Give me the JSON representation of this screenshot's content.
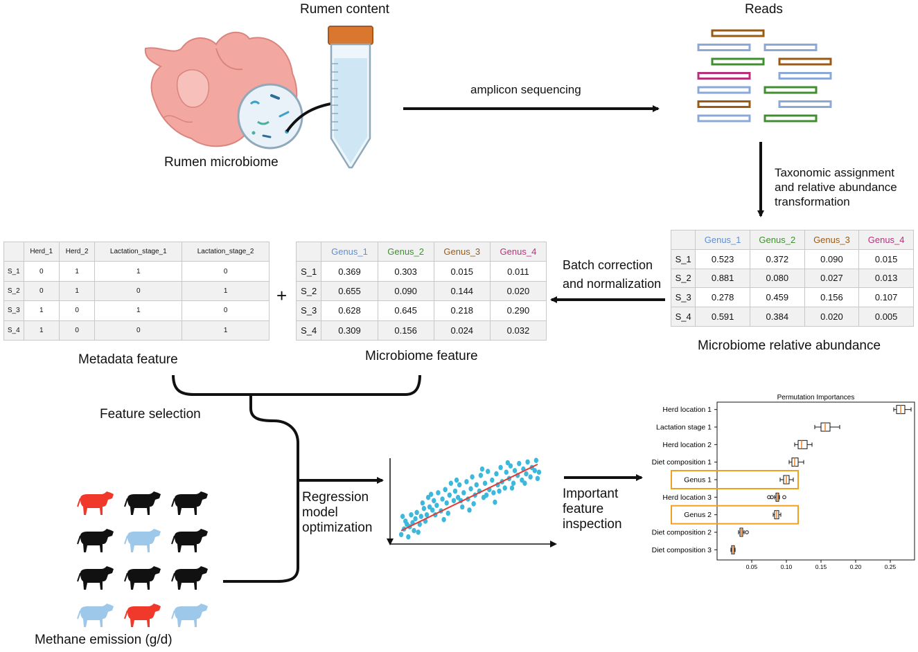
{
  "labels": {
    "rumen_content": "Rumen content",
    "rumen_microbiome": "Rumen microbiome",
    "amplicon_sequencing": "amplicon sequencing",
    "reads": "Reads",
    "taxonomic_l1": "Taxonomic assignment",
    "taxonomic_l2": "and relative abundance",
    "taxonomic_l3": "transformation",
    "batch_l1": "Batch correction",
    "batch_l2": "and normalization",
    "microbiome_relative_abundance": "Microbiome relative abundance",
    "metadata_feature": "Metadata feature",
    "microbiome_feature": "Microbiome feature",
    "plus": "+",
    "feature_selection": "Feature selection",
    "regression_l1": "Regression",
    "regression_l2": "model",
    "regression_l3": "optimization",
    "important_l1": "Important",
    "important_l2": "feature",
    "important_l3": "inspection",
    "methane_emission": "Methane emission (g/d)"
  },
  "colors": {
    "genus_1": "#5b8fd6",
    "genus_2": "#3f8f2f",
    "genus_3": "#9a5a12",
    "genus_4": "#b8307a",
    "cow_red": "#f0392b",
    "cow_black": "#111111",
    "cow_blue": "#9ec8ea",
    "box_orange": "#f0a020",
    "scatter_point": "#3bb8dc",
    "fit_line": "#e53935"
  },
  "metadata_table": {
    "headers": [
      "",
      "Herd_1",
      "Herd_2",
      "Lactation_stage_1",
      "Lactation_stage_2"
    ],
    "rows": [
      [
        "S_1",
        "0",
        "1",
        "1",
        "0"
      ],
      [
        "S_2",
        "0",
        "1",
        "0",
        "1"
      ],
      [
        "S_3",
        "1",
        "0",
        "1",
        "0"
      ],
      [
        "S_4",
        "1",
        "0",
        "0",
        "1"
      ]
    ]
  },
  "microbiome_feature_table": {
    "headers": [
      "",
      "Genus_1",
      "Genus_2",
      "Genus_3",
      "Genus_4"
    ],
    "rows": [
      [
        "S_1",
        "0.369",
        "0.303",
        "0.015",
        "0.011"
      ],
      [
        "S_2",
        "0.655",
        "0.090",
        "0.144",
        "0.020"
      ],
      [
        "S_3",
        "0.628",
        "0.645",
        "0.218",
        "0.290"
      ],
      [
        "S_4",
        "0.309",
        "0.156",
        "0.024",
        "0.032"
      ]
    ]
  },
  "relative_abundance_table": {
    "headers": [
      "",
      "Genus_1",
      "Genus_2",
      "Genus_3",
      "Genus_4"
    ],
    "rows": [
      [
        "S_1",
        "0.523",
        "0.372",
        "0.090",
        "0.015"
      ],
      [
        "S_2",
        "0.881",
        "0.080",
        "0.027",
        "0.013"
      ],
      [
        "S_3",
        "0.278",
        "0.459",
        "0.156",
        "0.107"
      ],
      [
        "S_4",
        "0.591",
        "0.384",
        "0.020",
        "0.005"
      ]
    ]
  },
  "reads": [
    {
      "row": 0,
      "col": "mid",
      "color": "#9a5a12"
    },
    {
      "row": 1,
      "col": "left",
      "color": "#8aa8d8"
    },
    {
      "row": 1,
      "col": "right",
      "color": "#8aa8d8"
    },
    {
      "row": 2,
      "col": "mid",
      "color": "#3f8f2f"
    },
    {
      "row": 2,
      "col": "farright",
      "color": "#9a5a12"
    },
    {
      "row": 3,
      "col": "left",
      "color": "#b8307a"
    },
    {
      "row": 3,
      "col": "farright",
      "color": "#8aa8d8"
    },
    {
      "row": 4,
      "col": "left",
      "color": "#8aa8d8"
    },
    {
      "row": 4,
      "col": "right",
      "color": "#3f8f2f"
    },
    {
      "row": 5,
      "col": "left",
      "color": "#9a5a12"
    },
    {
      "row": 5,
      "col": "farright",
      "color": "#8aa8d8"
    },
    {
      "row": 6,
      "col": "left",
      "color": "#8aa8d8"
    },
    {
      "row": 6,
      "col": "right",
      "color": "#3f8f2f"
    }
  ],
  "cows": [
    [
      "red",
      "black",
      "black"
    ],
    [
      "black",
      "blue",
      "black"
    ],
    [
      "black",
      "black",
      "black"
    ],
    [
      "blue",
      "red",
      "blue"
    ]
  ],
  "chart_data": {
    "type": "box",
    "title": "Permutation Importances",
    "xlim": [
      0.0,
      0.285
    ],
    "xticks": [
      "0.05",
      "0.10",
      "0.15",
      "0.20",
      "0.25"
    ],
    "xtick_values": [
      0.05,
      0.1,
      0.15,
      0.2,
      0.25
    ],
    "features": [
      {
        "name": "Herd location 1",
        "min": 0.255,
        "q1": 0.259,
        "median": 0.265,
        "q3": 0.271,
        "max": 0.28,
        "outliers": [],
        "highlight": false
      },
      {
        "name": "Lactation stage 1",
        "min": 0.141,
        "q1": 0.15,
        "median": 0.156,
        "q3": 0.163,
        "max": 0.177,
        "outliers": [],
        "highlight": false
      },
      {
        "name": "Herd location 2",
        "min": 0.112,
        "q1": 0.117,
        "median": 0.122,
        "q3": 0.13,
        "max": 0.137,
        "outliers": [],
        "highlight": false
      },
      {
        "name": "Diet composition 1",
        "min": 0.104,
        "q1": 0.108,
        "median": 0.112,
        "q3": 0.117,
        "max": 0.125,
        "outliers": [],
        "highlight": false
      },
      {
        "name": "Genus 1",
        "min": 0.091,
        "q1": 0.096,
        "median": 0.1,
        "q3": 0.104,
        "max": 0.11,
        "outliers": [],
        "highlight": true
      },
      {
        "name": "Herd location 3",
        "min": 0.083,
        "q1": 0.085,
        "median": 0.087,
        "q3": 0.089,
        "max": 0.09,
        "outliers": [
          0.075,
          0.079,
          0.097
        ],
        "highlight": false
      },
      {
        "name": "Genus 2",
        "min": 0.081,
        "q1": 0.083,
        "median": 0.086,
        "q3": 0.089,
        "max": 0.092,
        "outliers": [],
        "highlight": true
      },
      {
        "name": "Diet composition 2",
        "min": 0.031,
        "q1": 0.033,
        "median": 0.035,
        "q3": 0.037,
        "max": 0.039,
        "outliers": [
          0.043
        ],
        "highlight": false
      },
      {
        "name": "Diet composition 3",
        "min": 0.02,
        "q1": 0.021,
        "median": 0.023,
        "q3": 0.025,
        "max": 0.026,
        "outliers": [],
        "highlight": false
      }
    ]
  },
  "scatter_data": {
    "type": "scatter",
    "points": [
      [
        0.02,
        0.05
      ],
      [
        0.04,
        0.12
      ],
      [
        0.06,
        0.18
      ],
      [
        0.05,
        0.22
      ],
      [
        0.08,
        0.15
      ],
      [
        0.1,
        0.2
      ],
      [
        0.09,
        0.3
      ],
      [
        0.12,
        0.25
      ],
      [
        0.13,
        0.33
      ],
      [
        0.15,
        0.18
      ],
      [
        0.16,
        0.28
      ],
      [
        0.18,
        0.38
      ],
      [
        0.17,
        0.45
      ],
      [
        0.2,
        0.3
      ],
      [
        0.22,
        0.4
      ],
      [
        0.21,
        0.52
      ],
      [
        0.24,
        0.36
      ],
      [
        0.25,
        0.48
      ],
      [
        0.27,
        0.42
      ],
      [
        0.28,
        0.58
      ],
      [
        0.3,
        0.35
      ],
      [
        0.31,
        0.5
      ],
      [
        0.33,
        0.62
      ],
      [
        0.34,
        0.45
      ],
      [
        0.36,
        0.55
      ],
      [
        0.37,
        0.7
      ],
      [
        0.39,
        0.48
      ],
      [
        0.4,
        0.6
      ],
      [
        0.42,
        0.52
      ],
      [
        0.43,
        0.68
      ],
      [
        0.45,
        0.4
      ],
      [
        0.46,
        0.58
      ],
      [
        0.48,
        0.72
      ],
      [
        0.49,
        0.5
      ],
      [
        0.51,
        0.63
      ],
      [
        0.52,
        0.78
      ],
      [
        0.54,
        0.55
      ],
      [
        0.55,
        0.68
      ],
      [
        0.57,
        0.6
      ],
      [
        0.58,
        0.8
      ],
      [
        0.6,
        0.52
      ],
      [
        0.61,
        0.7
      ],
      [
        0.63,
        0.85
      ],
      [
        0.64,
        0.62
      ],
      [
        0.66,
        0.74
      ],
      [
        0.67,
        0.58
      ],
      [
        0.69,
        0.82
      ],
      [
        0.7,
        0.68
      ],
      [
        0.72,
        0.9
      ],
      [
        0.73,
        0.72
      ],
      [
        0.75,
        0.64
      ],
      [
        0.76,
        0.84
      ],
      [
        0.78,
        0.76
      ],
      [
        0.79,
        0.92
      ],
      [
        0.81,
        0.7
      ],
      [
        0.82,
        0.86
      ],
      [
        0.84,
        0.8
      ],
      [
        0.85,
        0.95
      ],
      [
        0.87,
        0.74
      ],
      [
        0.88,
        0.88
      ],
      [
        0.9,
        0.82
      ],
      [
        0.91,
        0.97
      ],
      [
        0.93,
        0.78
      ],
      [
        0.94,
        0.9
      ],
      [
        0.96,
        0.86
      ],
      [
        0.97,
        0.99
      ],
      [
        0.99,
        0.84
      ],
      [
        0.11,
        0.1
      ],
      [
        0.19,
        0.22
      ],
      [
        0.26,
        0.3
      ],
      [
        0.35,
        0.32
      ],
      [
        0.44,
        0.48
      ],
      [
        0.53,
        0.44
      ],
      [
        0.62,
        0.55
      ],
      [
        0.71,
        0.6
      ],
      [
        0.8,
        0.64
      ],
      [
        0.89,
        0.7
      ],
      [
        0.98,
        0.76
      ],
      [
        0.03,
        0.28
      ],
      [
        0.23,
        0.56
      ],
      [
        0.41,
        0.74
      ],
      [
        0.59,
        0.88
      ],
      [
        0.77,
        0.96
      ],
      [
        0.07,
        0.02
      ],
      [
        0.14,
        0.08
      ],
      [
        0.32,
        0.24
      ],
      [
        0.5,
        0.36
      ],
      [
        0.68,
        0.46
      ]
    ],
    "fit": [
      [
        0.02,
        0.1
      ],
      [
        0.98,
        0.94
      ]
    ]
  }
}
